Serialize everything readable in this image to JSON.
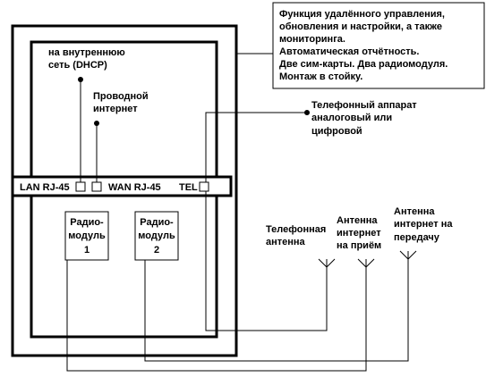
{
  "features_note": [
    "Функция удалённого управления,",
    "обновления и настройки, а также",
    "мониторинга.",
    "Автоматическая отчётность.",
    "Две сим-карты. Два радиомодуля.",
    "Монтаж в стойку."
  ],
  "inner_network_label": [
    "на внутреннюю",
    "сеть (DHCP)"
  ],
  "wired_internet_label": [
    "Проводной",
    "интернет"
  ],
  "phone_label": [
    "Телефонный аппарат",
    "аналоговый или",
    "цифровой"
  ],
  "ports": {
    "lan": "LAN RJ-45",
    "wan": "WAN RJ-45",
    "tel": "TEL"
  },
  "radio_module_1": [
    "Радио-",
    "модуль",
    "1"
  ],
  "radio_module_2": [
    "Радио-",
    "модуль",
    "2"
  ],
  "antennas": {
    "phone": [
      "Телефонная",
      "антенна"
    ],
    "rx": [
      "Антенна",
      "интернет",
      "на приём"
    ],
    "tx": [
      "Антенна",
      "интернет на",
      "передачу"
    ]
  }
}
